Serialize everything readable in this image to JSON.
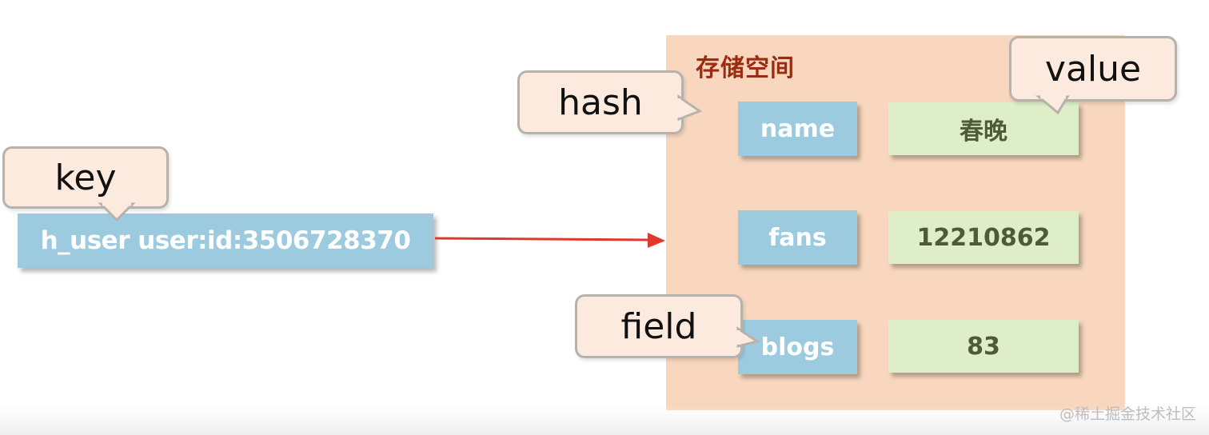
{
  "storage": {
    "title": "存储空间",
    "color": "#f8d7be",
    "title_color": "#9b2c12"
  },
  "key": {
    "callout": "key",
    "text": "h_user user:id:3506728370"
  },
  "callouts": {
    "hash": "hash",
    "value": "value",
    "field": "field"
  },
  "rows": [
    {
      "field": "name",
      "value": "春晚"
    },
    {
      "field": "fans",
      "value": "12210862"
    },
    {
      "field": "blogs",
      "value": "83"
    }
  ],
  "colors": {
    "field_box": "#9ccbdf",
    "value_box": "#ddeec8",
    "callout_fill": "#fbeadd",
    "callout_border": "#b8b2ac",
    "arrow": "#e0392b"
  },
  "watermark": "@稀土掘金技术社区"
}
